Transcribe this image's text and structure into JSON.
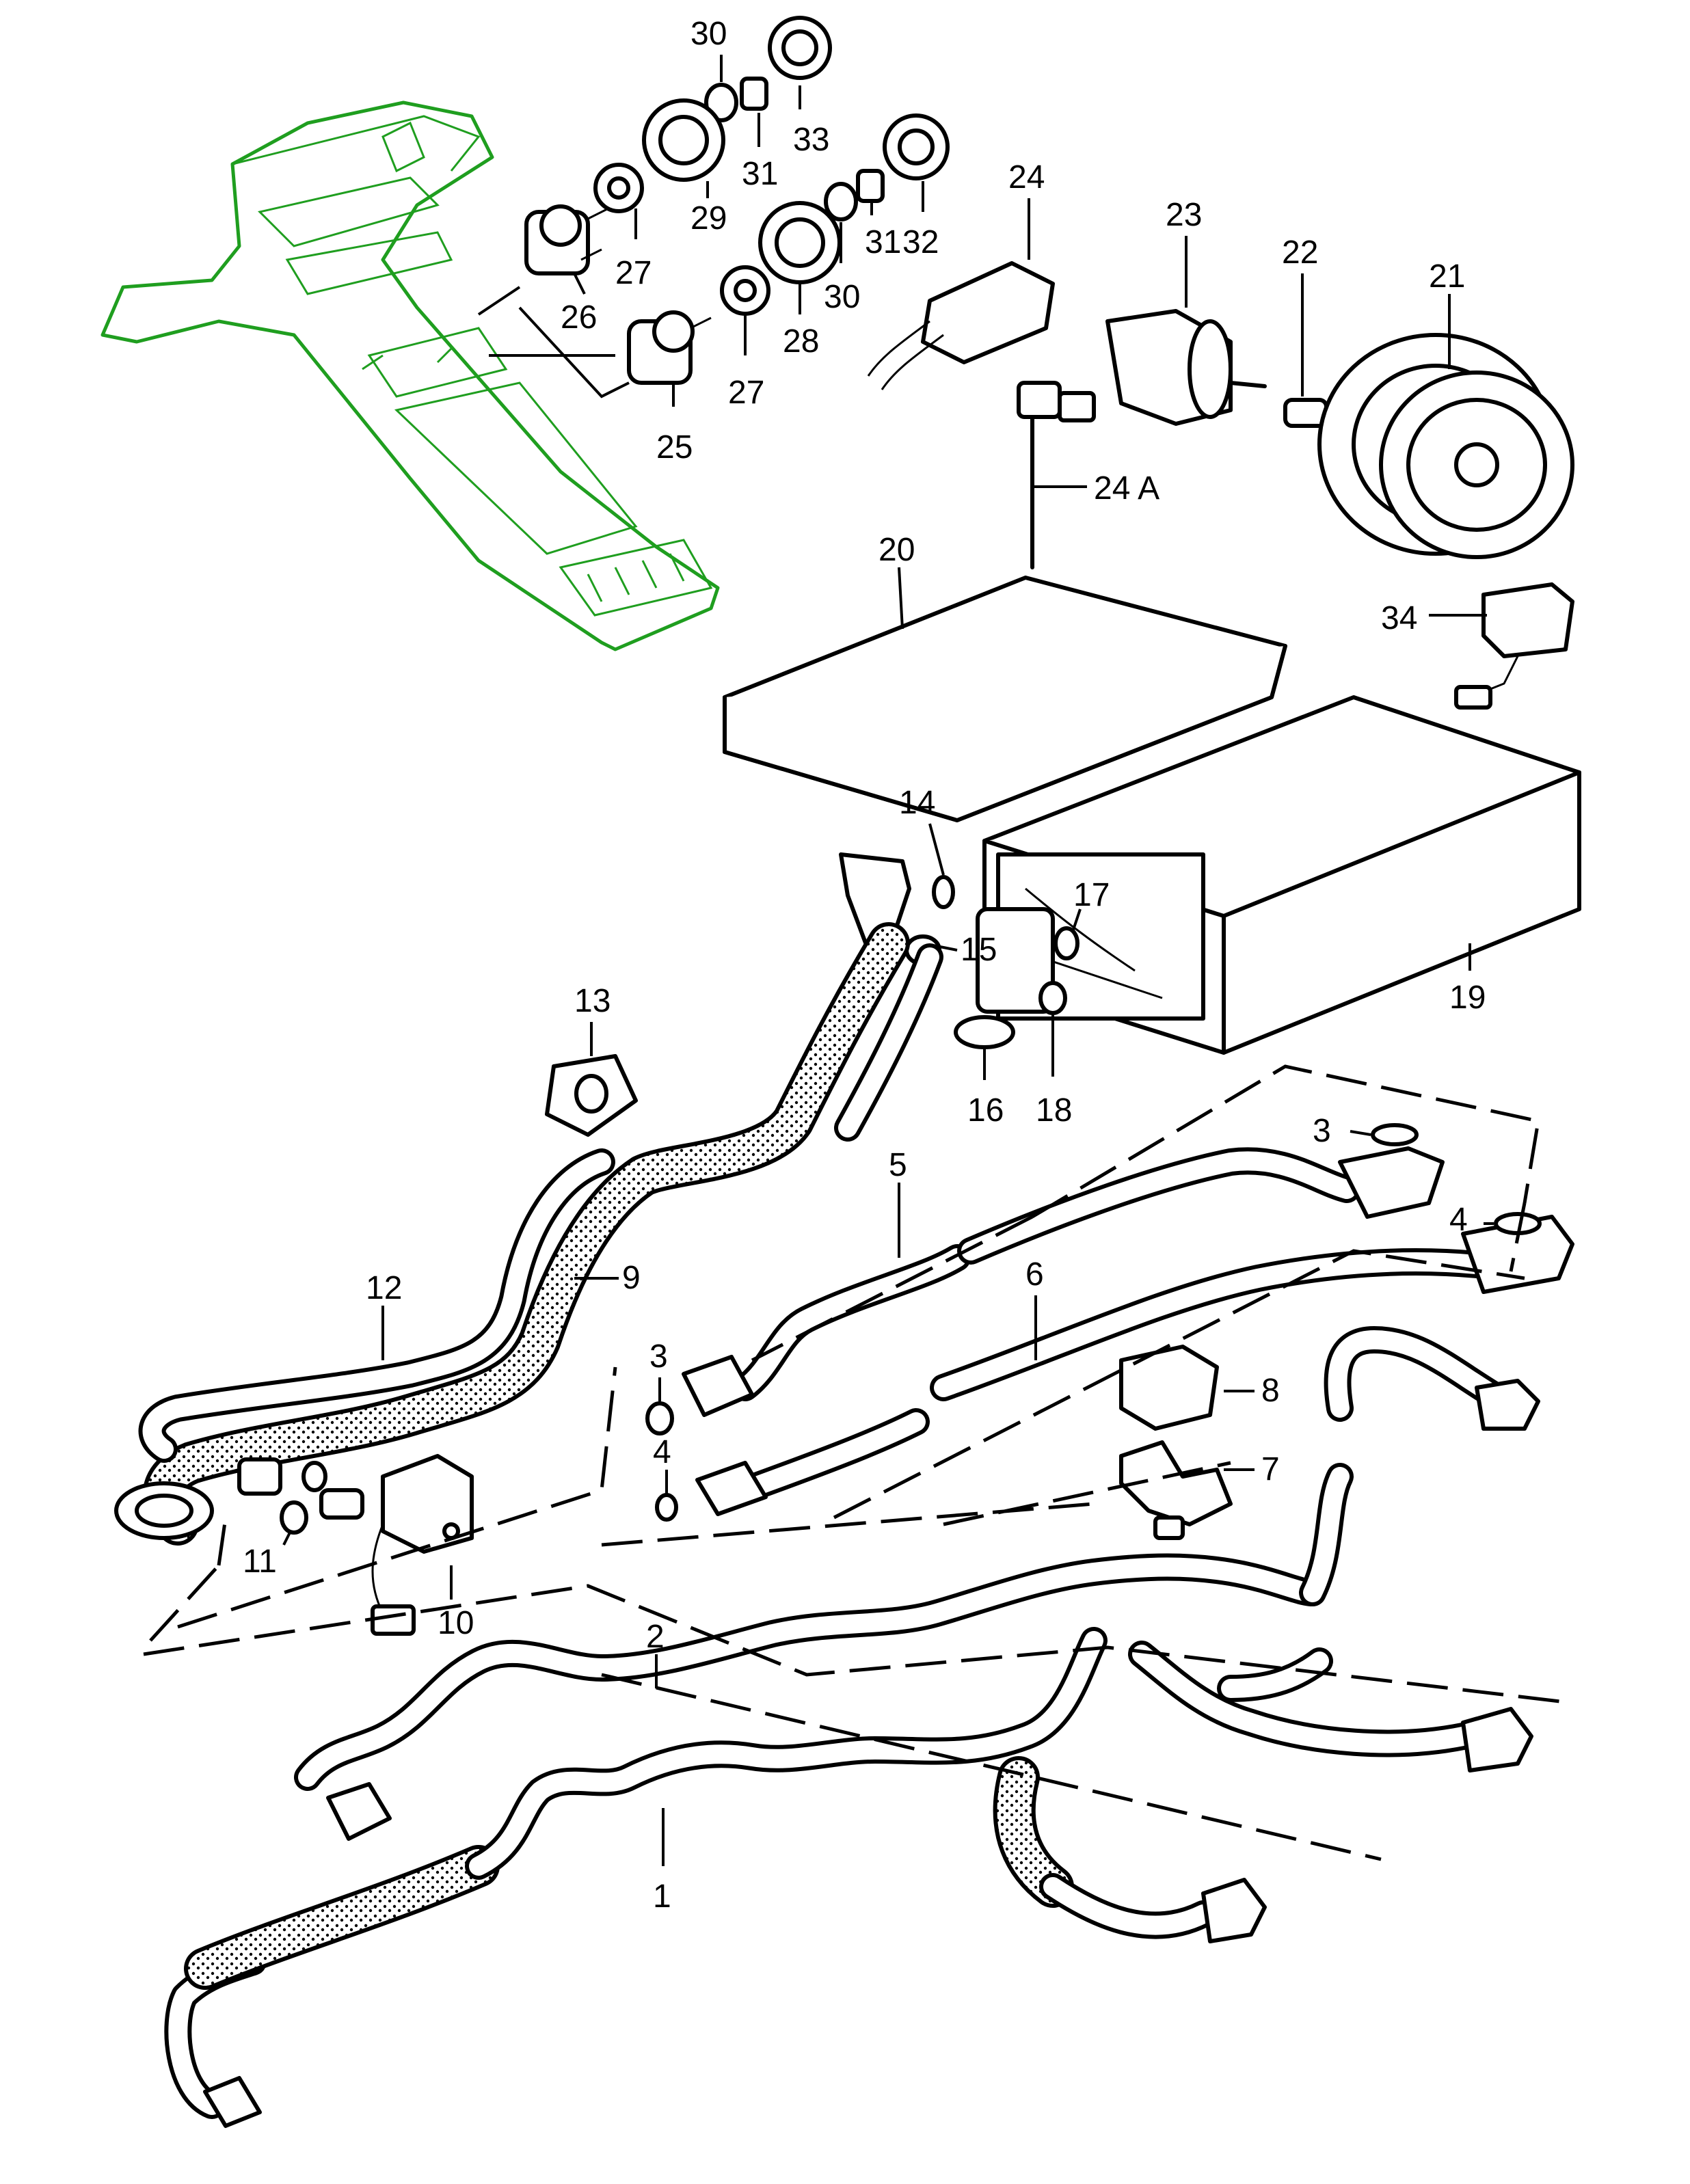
{
  "colors": {
    "accent": "#1f9e1f",
    "ink": "#000000",
    "paper": "#ffffff"
  },
  "callouts": [
    {
      "id": "30a",
      "text": "30"
    },
    {
      "id": "33",
      "text": "33"
    },
    {
      "id": "31a",
      "text": "31"
    },
    {
      "id": "29",
      "text": "29"
    },
    {
      "id": "27a",
      "text": "27"
    },
    {
      "id": "26",
      "text": "26"
    },
    {
      "id": "32",
      "text": "32"
    },
    {
      "id": "31b",
      "text": "31"
    },
    {
      "id": "30b",
      "text": "30"
    },
    {
      "id": "28",
      "text": "28"
    },
    {
      "id": "27b",
      "text": "27"
    },
    {
      "id": "25",
      "text": "25"
    },
    {
      "id": "24",
      "text": "24"
    },
    {
      "id": "24a",
      "text": "24 A"
    },
    {
      "id": "23",
      "text": "23"
    },
    {
      "id": "22",
      "text": "22"
    },
    {
      "id": "21",
      "text": "21"
    },
    {
      "id": "20",
      "text": "20"
    },
    {
      "id": "34",
      "text": "34"
    },
    {
      "id": "14",
      "text": "14"
    },
    {
      "id": "17",
      "text": "17"
    },
    {
      "id": "15",
      "text": "15"
    },
    {
      "id": "19",
      "text": "19"
    },
    {
      "id": "13",
      "text": "13"
    },
    {
      "id": "16",
      "text": "16"
    },
    {
      "id": "18",
      "text": "18"
    },
    {
      "id": "3a",
      "text": "3"
    },
    {
      "id": "4a",
      "text": "4"
    },
    {
      "id": "5",
      "text": "5"
    },
    {
      "id": "6",
      "text": "6"
    },
    {
      "id": "12",
      "text": "12"
    },
    {
      "id": "9",
      "text": "9"
    },
    {
      "id": "3b",
      "text": "3"
    },
    {
      "id": "4b",
      "text": "4"
    },
    {
      "id": "8",
      "text": "8"
    },
    {
      "id": "7",
      "text": "7"
    },
    {
      "id": "11",
      "text": "11"
    },
    {
      "id": "10",
      "text": "10"
    },
    {
      "id": "2",
      "text": "2"
    },
    {
      "id": "1",
      "text": "1"
    }
  ]
}
